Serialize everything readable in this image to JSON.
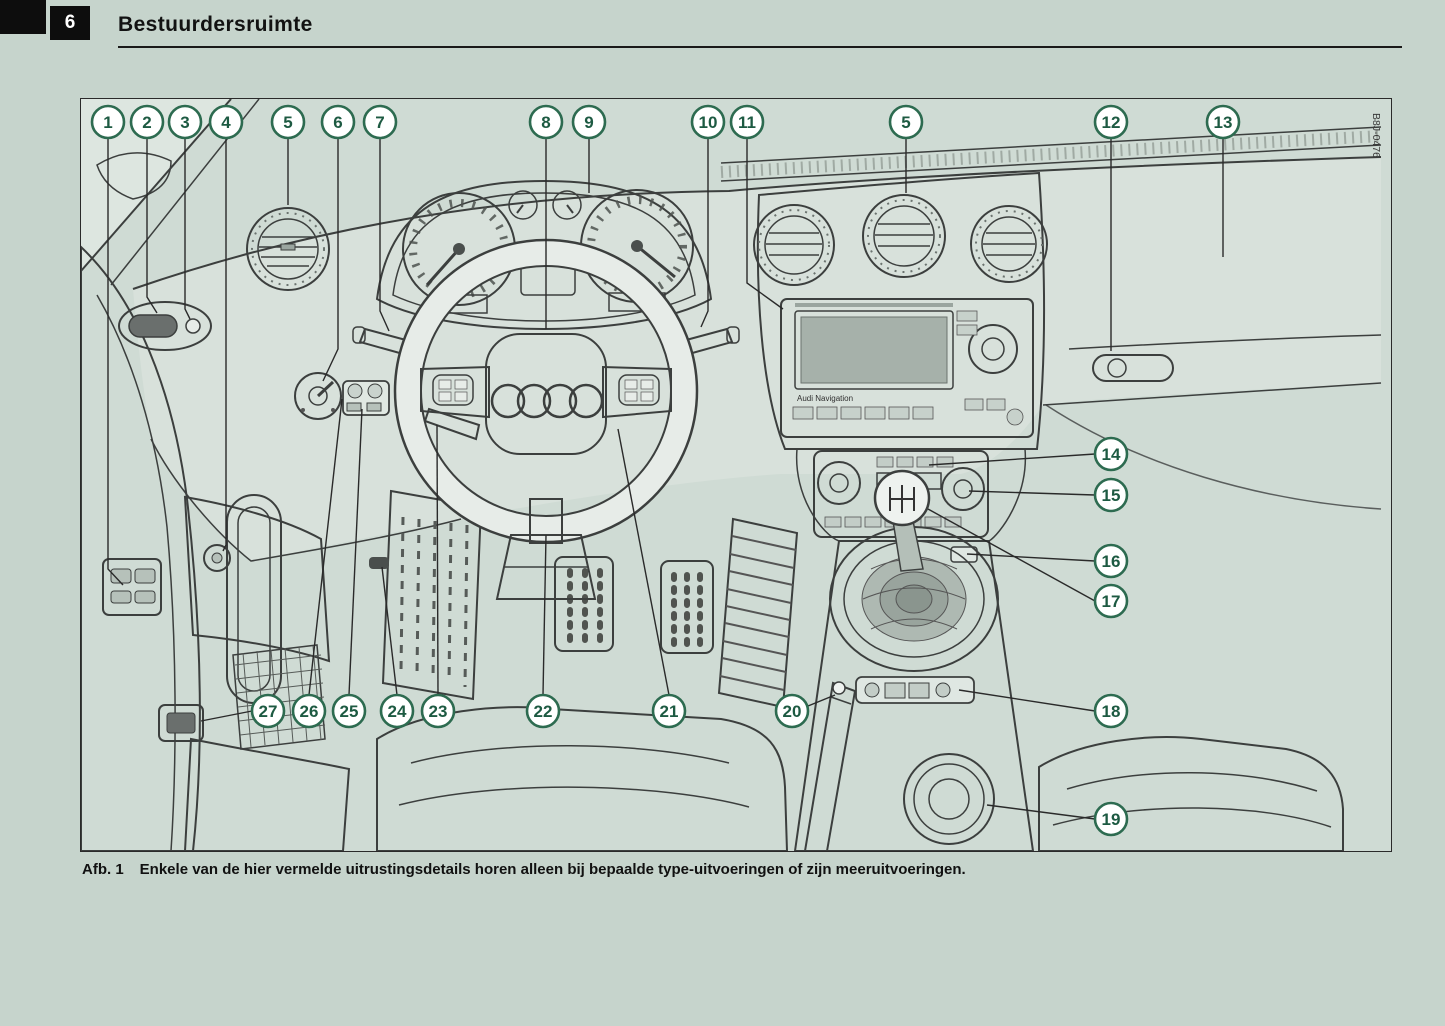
{
  "page": {
    "number": "6",
    "title": "Bestuurdersruimte"
  },
  "figure": {
    "code": "B8J-0476",
    "caption_label": "Afb. 1",
    "caption": "Enkele van de hier vermelde uitrustingsdetails horen alleen bij bepaalde type-uitvoeringen of zijn meeruitvoeringen.",
    "radio_label": "Audi Navigation"
  },
  "colors": {
    "callout_outline": "#2d6b50",
    "callout_text": "#1d5a42",
    "page_background": "#c6d4cc"
  },
  "callouts": [
    "1",
    "2",
    "3",
    "4",
    "5",
    "6",
    "7",
    "8",
    "9",
    "10",
    "11",
    "5",
    "12",
    "13",
    "14",
    "15",
    "16",
    "17",
    "18",
    "19",
    "27",
    "26",
    "25",
    "24",
    "23",
    "22",
    "21",
    "20"
  ]
}
